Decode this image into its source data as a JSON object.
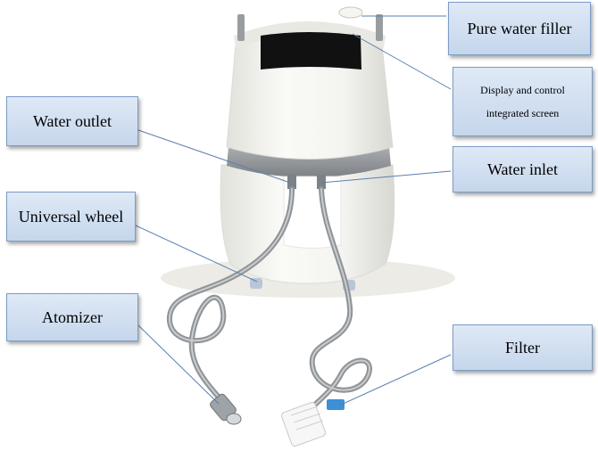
{
  "labels": {
    "pure_water_filler": "Pure water filler",
    "display_line1": "Display and control",
    "display_line2": "integrated screen",
    "water_outlet": "Water outlet",
    "water_inlet": "Water inlet",
    "universal_wheel": "Universal wheel",
    "atomizer": "Atomizer",
    "filter": "Filter"
  },
  "colors": {
    "callout_fill": "#d2e0f2",
    "callout_border": "#7b9cc4",
    "leader_line": "#5a7fae",
    "device_body": "#f3f3ef",
    "band": "#8f9396",
    "hose": "#a7abae"
  }
}
